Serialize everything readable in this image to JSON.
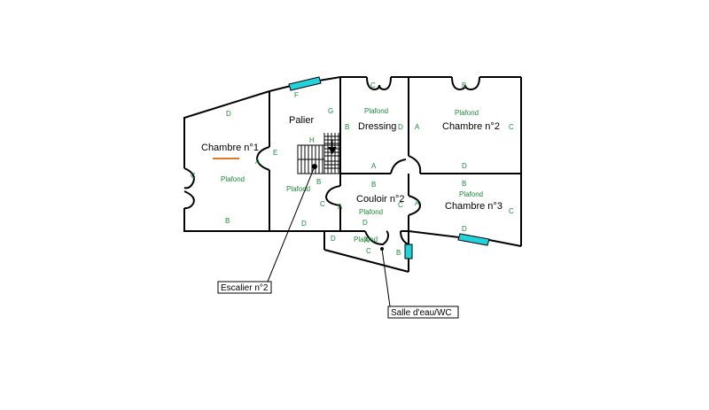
{
  "rooms": {
    "chambre1": "Chambre n°1",
    "palier": "Palier",
    "dressing": "Dressing",
    "chambre2": "Chambre n°2",
    "couloir2": "Couloir n°2",
    "chambre3": "Chambre n°3"
  },
  "plafond": "Plafond",
  "wall_tags": {
    "A": "A",
    "B": "B",
    "C": "C",
    "D": "D",
    "E": "E",
    "F": "F",
    "G": "G",
    "H": "H"
  },
  "callouts": {
    "escalier": "Escalier n°2",
    "salle_eau": "Salle d'eau/WC"
  },
  "colors": {
    "wall": "#000000",
    "tag_green": "#1a8a3a",
    "window_cyan": "#22d3dd",
    "marker_orange": "#e07a2a"
  }
}
